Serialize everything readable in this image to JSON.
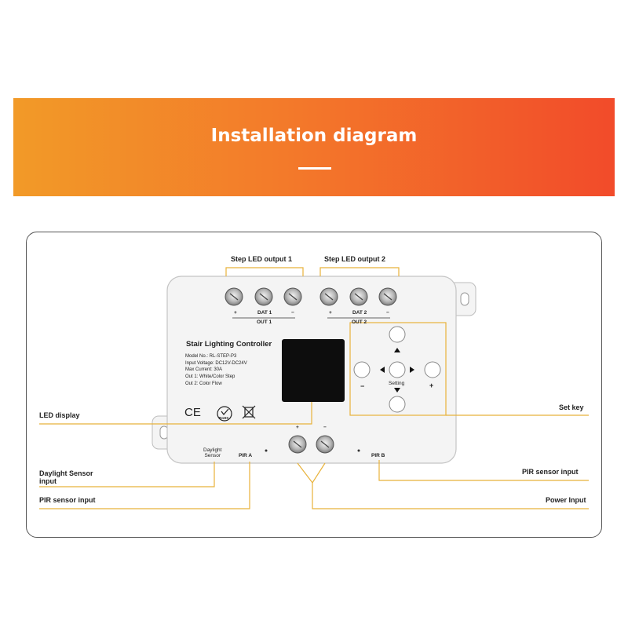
{
  "banner": {
    "title": "Installation diagram",
    "color_start": "#f29a28",
    "color_end": "#f24b2a"
  },
  "device": {
    "title": "Stair Lighting Controller",
    "specs": [
      "Model No.: RL-STEP-P3",
      "Input Voltage: DC12V-DC24V",
      "Max Current: 30A",
      "Out 1: White/Color Step",
      "Out 2: Color Flow"
    ],
    "terminals": {
      "out1_plus": "+",
      "dat1": "DAT 1",
      "out1_minus": "−",
      "out1": "OUT 1",
      "out2_plus": "+",
      "dat2": "DAT 2",
      "out2_minus": "−",
      "out2": "OUT 2",
      "power_plus": "+",
      "power_minus": "−"
    },
    "keys": {
      "minus": "−",
      "plus": "+",
      "setting": "Setting"
    },
    "sensor_labels": {
      "daylight": "Daylight\nSensor",
      "pir_a": "PIR A",
      "pir_b": "PIR B"
    },
    "certs": {
      "ce": "CE",
      "rohs": "RoHS"
    }
  },
  "callouts": {
    "step_led_output_1": "Step LED output 1",
    "step_led_output_2": "Step LED output 2",
    "led_display": "LED display",
    "set_key": "Set key",
    "daylight_sensor_input": "Daylight Sensor\ninput",
    "pir_sensor_input_left": "PIR sensor input",
    "pir_sensor_input_right": "PIR sensor input",
    "power_input": "Power Input"
  },
  "colors": {
    "leader": "#e8b23a",
    "device_body": "#f4f4f4",
    "display": "#0d0d0d"
  }
}
